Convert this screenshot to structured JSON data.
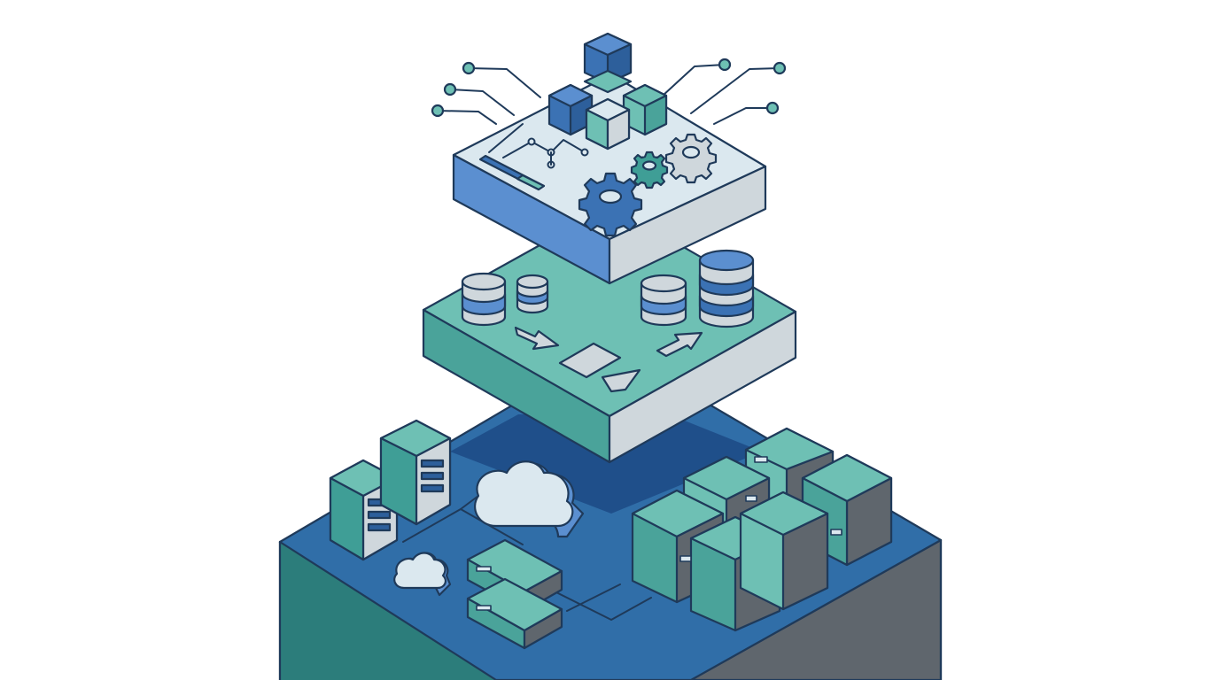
{
  "diagram": {
    "layers": [
      {
        "name": "application-layer",
        "components": [
          "cube-cluster",
          "gear-large",
          "gear-medium",
          "gear-small",
          "line-chart",
          "progress-bar",
          "connector-lines"
        ]
      },
      {
        "name": "data-layer",
        "components": [
          "database-stack-1",
          "database-stack-2",
          "database-stack-3",
          "database-stack-4",
          "data-document",
          "flow-arrow-1",
          "flow-arrow-2",
          "flow-arrow-3"
        ]
      },
      {
        "name": "infrastructure-layer",
        "components": [
          "server-tower-1",
          "server-tower-2",
          "cloud-large",
          "cloud-small",
          "rack-server",
          "container-block-cluster",
          "network-lines"
        ]
      }
    ]
  },
  "palette": {
    "outline": "#1f3a5a",
    "blue_light": "#5b8fd0",
    "blue_mid": "#3b72b4",
    "blue_dark": "#2d5f9b",
    "blue_base": "#306ea8",
    "teal_light": "#6ec0b4",
    "teal_mid": "#4aa39a",
    "teal_dark": "#2f7c79",
    "grey_side": "#cfd7dc",
    "grey_dark": "#5f666d",
    "surface_light": "#dbe8ef"
  }
}
